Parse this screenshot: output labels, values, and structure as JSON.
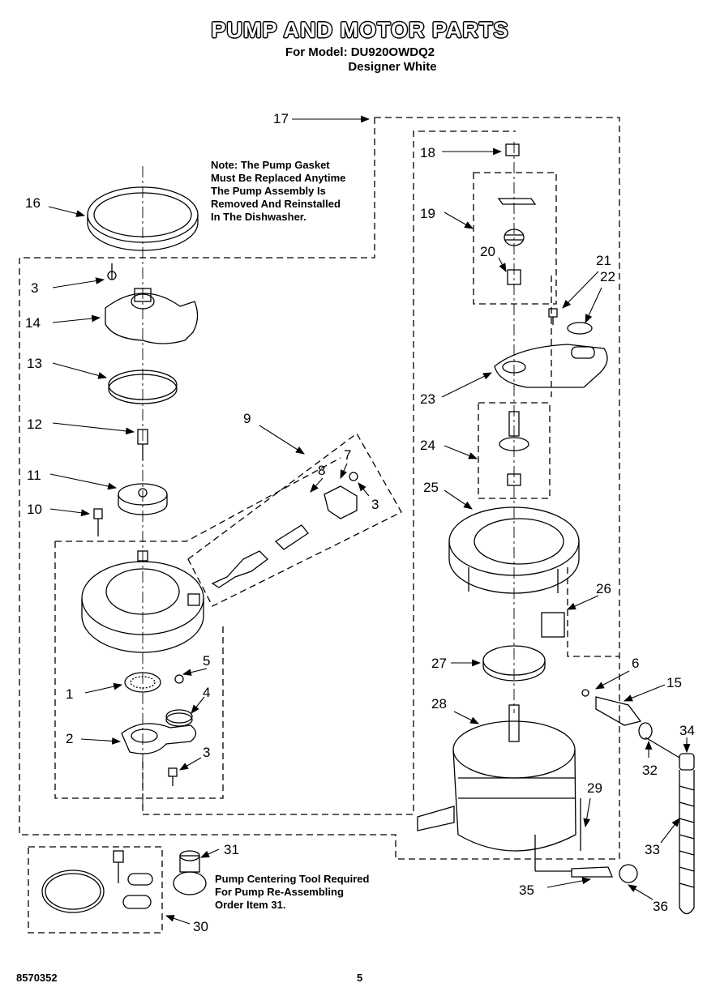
{
  "header": {
    "title": "PUMP AND MOTOR PARTS",
    "model_line": "For Model: DU920OWDQ2",
    "color_line": "Designer White"
  },
  "notes": {
    "gasket_note": "Note: The Pump Gasket\nMust Be Replaced Anytime\nThe Pump Assembly Is\nRemoved And Reinstalled\nIn The Dishwasher.",
    "tool_note": "Pump Centering Tool Required\nFor Pump Re-Assembling\nOrder Item 31."
  },
  "callouts": {
    "c1": "1",
    "c2": "2",
    "c3a": "3",
    "c3b": "3",
    "c3c": "3",
    "c4": "4",
    "c5": "5",
    "c6": "6",
    "c7": "7",
    "c8": "8",
    "c9": "9",
    "c10": "10",
    "c11": "11",
    "c12": "12",
    "c13": "13",
    "c14": "14",
    "c15": "15",
    "c16": "16",
    "c17": "17",
    "c18": "18",
    "c19": "19",
    "c20": "20",
    "c21": "21",
    "c22": "22",
    "c23": "23",
    "c24": "24",
    "c25": "25",
    "c26": "26",
    "c27": "27",
    "c28": "28",
    "c29": "29",
    "c30": "30",
    "c31": "31",
    "c32": "32",
    "c33": "33",
    "c34": "34",
    "c35": "35",
    "c36": "36"
  },
  "footer": {
    "doc_number": "8570352",
    "page_number": "5"
  }
}
